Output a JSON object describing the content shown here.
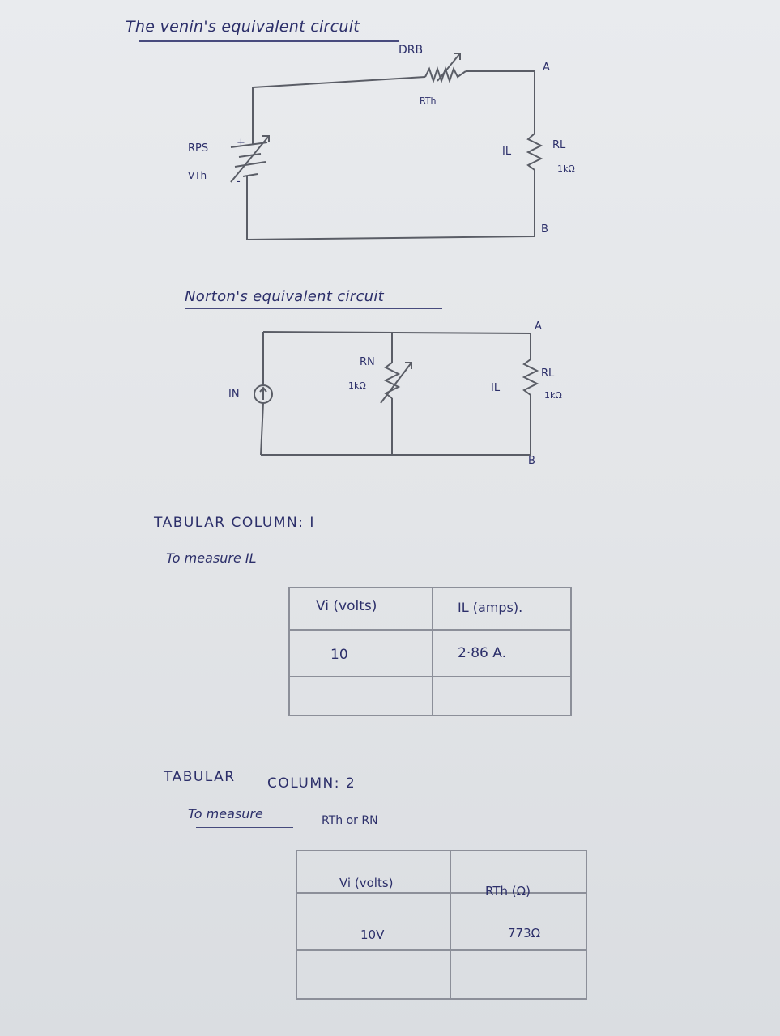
{
  "thevenin": {
    "title": "The venin's equivalent circuit",
    "drb_label": "DRB",
    "rth_label": "RTh",
    "rps_label": "RPS",
    "vth_label": "VTh",
    "il_label": "IL",
    "rl_label": "RL",
    "rl_value": "1kΩ",
    "node_a": "A",
    "node_b": "B"
  },
  "norton": {
    "title": "Norton's equivalent circuit",
    "in_label": "IN",
    "rn_label": "RN",
    "rn_value": "1kΩ",
    "il_label": "IL",
    "rl_label": "RL",
    "rl_value": "1kΩ",
    "node_a": "A",
    "node_b": "B"
  },
  "table1": {
    "heading": "TABULAR  COLUMN: I",
    "subheading": "To measure IL",
    "col1_header": "Vi (volts)",
    "col2_header": "IL (amps).",
    "rows": [
      {
        "vi": "10",
        "il": "2·86 A."
      },
      {
        "vi": "",
        "il": ""
      }
    ]
  },
  "table2": {
    "heading_a": "TABULAR",
    "heading_b": "COLUMN: 2",
    "subheading_a": "To measure",
    "subheading_b": "RTh or RN",
    "col1_header": "Vi (volts)",
    "col2_header": "RTh (Ω)",
    "rows": [
      {
        "vi": "10V",
        "rth": "773Ω"
      },
      {
        "vi": "",
        "rth": ""
      }
    ]
  }
}
